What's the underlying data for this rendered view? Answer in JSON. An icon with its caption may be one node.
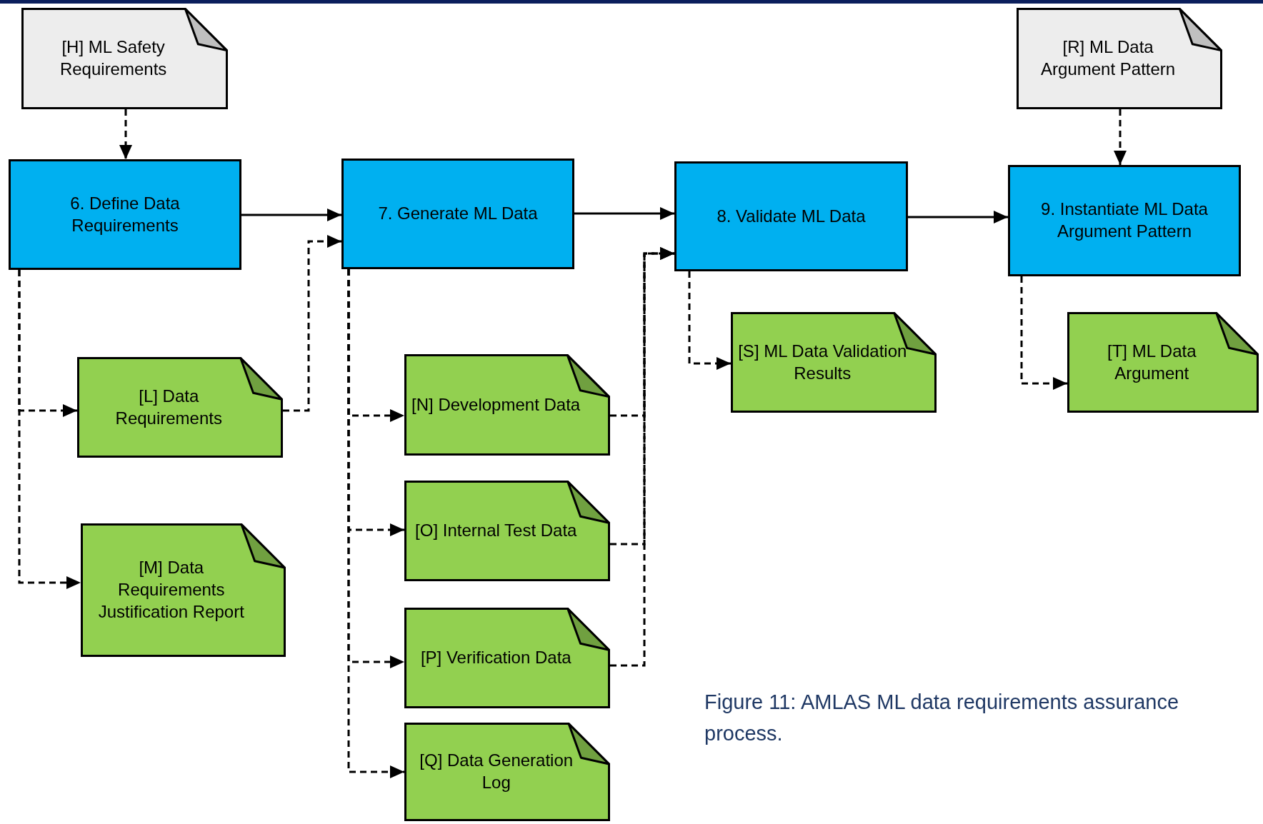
{
  "diagram": {
    "caption": "Figure 11: AMLAS ML data requirements assurance process.",
    "nodes": [
      {
        "text": [
          "[H] ML Safety Requirements"
        ]
      },
      {
        "text": [
          "[R] ML Data Argument Pattern"
        ]
      },
      {
        "text": [
          "6. Define Data Requirements"
        ]
      },
      {
        "text": [
          "7. Generate ML Data"
        ]
      },
      {
        "text": [
          "8. Validate ML Data"
        ]
      },
      {
        "text": [
          "9. Instantiate ML Data Argument Pattern"
        ]
      },
      {
        "text": [
          "[L] Data Requirements"
        ]
      },
      {
        "text": [
          "[M] Data Requirements Justification Report"
        ]
      },
      {
        "text": [
          "[N] Development Data"
        ]
      },
      {
        "text": [
          "[O] Internal Test Data"
        ]
      },
      {
        "text": [
          "[P] Verification Data"
        ]
      },
      {
        "text": [
          "[Q] Data Generation Log"
        ]
      },
      {
        "text": [
          "[S] ML Data Validation Results"
        ]
      },
      {
        "text": [
          "[T] ML Data Argument"
        ]
      }
    ],
    "edges": [
      {
        "from": 0,
        "to": 2,
        "arrow": "to",
        "style": "dashed"
      },
      {
        "from": 1,
        "to": 5,
        "arrow": "to",
        "style": "dashed"
      },
      {
        "from": 2,
        "to": 3,
        "arrow": "to"
      },
      {
        "from": 3,
        "to": 4,
        "arrow": "to"
      },
      {
        "from": 4,
        "to": 5,
        "arrow": "to"
      },
      {
        "from": 2,
        "to": 6,
        "arrow": "to",
        "style": "dashed"
      },
      {
        "from": 2,
        "to": 7,
        "arrow": "to",
        "style": "dashed"
      },
      {
        "from": 6,
        "to": 3,
        "arrow": "to",
        "style": "dashed"
      },
      {
        "from": 3,
        "to": 8,
        "arrow": "to",
        "style": "dashed"
      },
      {
        "from": 3,
        "to": 9,
        "arrow": "to",
        "style": "dashed"
      },
      {
        "from": 3,
        "to": 10,
        "arrow": "to",
        "style": "dashed"
      },
      {
        "from": 3,
        "to": 11,
        "arrow": "to",
        "style": "dashed"
      },
      {
        "from": 8,
        "to": 4,
        "arrow": "to",
        "style": "dashed"
      },
      {
        "from": 9,
        "to": 4,
        "arrow": "to",
        "style": "dashed"
      },
      {
        "from": 10,
        "to": 4,
        "arrow": "to",
        "style": "dashed"
      },
      {
        "from": 4,
        "to": 12,
        "arrow": "to",
        "style": "dashed"
      },
      {
        "from": 5,
        "to": 13,
        "arrow": "to",
        "style": "dashed"
      }
    ]
  }
}
